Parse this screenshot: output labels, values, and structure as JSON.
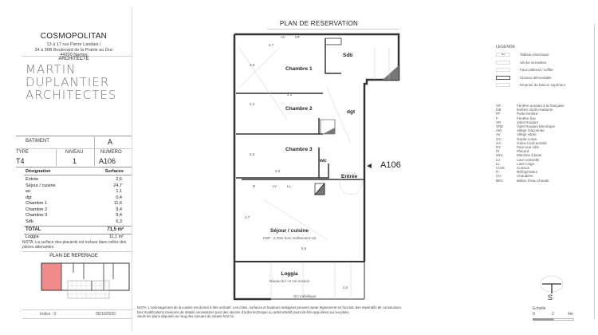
{
  "project": {
    "name": "COSMOPOLITAN",
    "address": [
      "13 à 17 rue Pierre Landais /",
      "34 à 36B Boulevard de la Prairie au Duc",
      "44200 Nantes"
    ]
  },
  "architect": {
    "label": "ARCHITECTE",
    "logo_lines": [
      "MARTIN",
      "DUPLANTIER",
      "ARCHITECTES"
    ]
  },
  "lot": {
    "batiment_label": "BATIMENT",
    "batiment": "A",
    "type_label": "TYPE",
    "type": "T4",
    "niveau_label": "NIVEAU",
    "niveau": "1",
    "numero_label": "NUMERO",
    "numero": "A106"
  },
  "surfaces": {
    "header": [
      "Désignation",
      "Surfaces"
    ],
    "rows": [
      [
        "Entrée",
        "2,6"
      ],
      [
        "Séjour / cuisine",
        "24,7"
      ],
      [
        "wc",
        "1,1"
      ],
      [
        "dgt",
        "0,4"
      ],
      [
        "Chambre 1",
        "11,6"
      ],
      [
        "Chambre 2",
        "9,4"
      ],
      [
        "Chambre 3",
        "9,4"
      ],
      [
        "Sdb",
        "6,3"
      ]
    ],
    "total_label": "TOTAL",
    "total": "71,5 m²",
    "loggia_label": "Loggia",
    "loggia": "11,1 m²",
    "note": "NOTA: La surface des placards est incluse dans celles des pièces attenantes"
  },
  "reperage": {
    "title": "PLAN DE REPERAGE",
    "indice": "Indice : 0",
    "date": "05/10/2020",
    "highlight_color": "#f08c8c"
  },
  "plan": {
    "title": "PLAN DE RESERVATION",
    "lot_tag": "A106",
    "rooms": {
      "chambre1": "Chambre 1",
      "chambre2": "Chambre 2",
      "chambre3": "Chambre 3",
      "sdb": "Sdb",
      "dgt": "dgt",
      "wc": "wc",
      "entree": "Entrée",
      "sejour": "Séjour / cuisine",
      "sejour_sub": "HSP : 2,70m hors revêtement sol",
      "loggia": "Loggia",
      "loggia_sub": "Niveau fini +2 cm environ",
      "gc": "GC métallique"
    },
    "dims": {
      "d1": "3,7",
      "d2": "4,3",
      "d3": "3,3",
      "d4": "5,6",
      "d5": "3,3",
      "d6": "2,4",
      "d7": "2,6",
      "d8": "4,7",
      "d9": "2,0"
    },
    "marks": {
      "av": "AV",
      "of": "OF",
      "lv": "LV",
      "ll": "LL",
      "r": "R"
    }
  },
  "legend": {
    "title": "LEGENDE",
    "symbols": [
      [
        "TEL",
        "Tableau électrique"
      ],
      [
        "",
        "Sèche serviettes"
      ],
      [
        "",
        "Faux plafond / soffite"
      ],
      [
        "",
        "Cloison démontable"
      ],
      [
        "",
        "Emprise du balcon supérieur"
      ]
    ],
    "abbr": [
      [
        "OF",
        "Fenêtre ouvrant à la française"
      ],
      [
        "OB",
        "fenêtre oscillo-battante"
      ],
      [
        "PF",
        "Porte-fenêtre"
      ],
      [
        "F",
        "Fenêtre fixe"
      ],
      [
        "VR",
        "Volet Roulant"
      ],
      [
        "VRE",
        "Volet Roulant Electrique"
      ],
      [
        "AM",
        "Allège maçonnée"
      ],
      [
        "AV",
        "Allège vitrée"
      ],
      [
        "GC",
        "Garde-corps"
      ],
      [
        "GA",
        "Gaine local activité"
      ],
      [
        "PV",
        "Pare-vue vitré"
      ],
      [
        "Pl",
        "Placard"
      ],
      [
        "MAL",
        "Machine à laver"
      ],
      [
        "LV",
        "Lave vaisselle"
      ],
      [
        "LL",
        "Lave Linge"
      ],
      [
        "CUIS",
        "Cuisson"
      ],
      [
        "R",
        "Réfrigérateur"
      ],
      [
        "CH",
        "Chaudière"
      ],
      [
        "BEC",
        "Ballon d'eau chaude"
      ]
    ]
  },
  "north": "S",
  "scale": {
    "label": "Echelle",
    "ticks": [
      "0",
      "2",
      "4m"
    ]
  },
  "footer_note": [
    "NOTA: L'aménagement de la cuisine est donné à titre indicatif. Les côtes, surfaces et hauteurs indiquées peuvent varier légèrement en fonction des impératifs de construction.",
    "Des modifications mineures de détails nécessaires pour des raisons d'ordre technique ou administratif pourront être apportées sur les plans.",
    "Seuls les plans déposés au rang des minutes du notaire font foi."
  ]
}
